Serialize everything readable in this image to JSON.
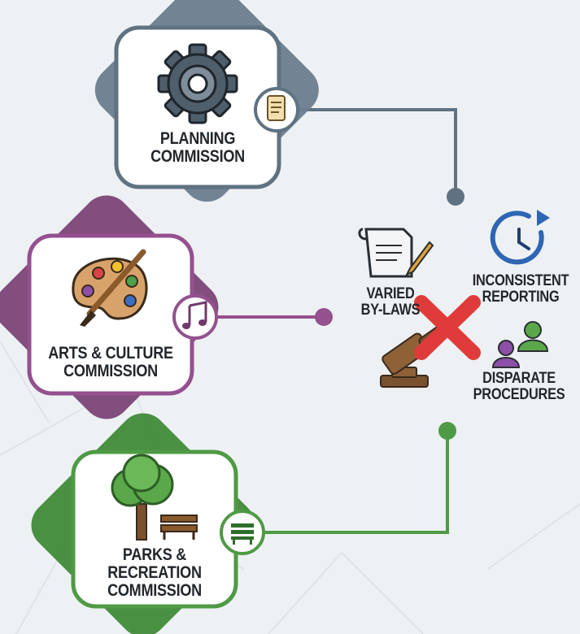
{
  "colors": {
    "background": "#eef1f4",
    "planning": "#5f7282",
    "arts": "#94508f",
    "parks": "#4f9a45",
    "problem_red": "#e03b3b",
    "clock_blue": "#2e66b3"
  },
  "commissions": [
    {
      "id": "planning",
      "name_lines": [
        "PLANNING",
        "COMMISSION"
      ],
      "main_icon": "gear-icon",
      "badge_icon": "scroll-document-icon"
    },
    {
      "id": "arts",
      "name_lines": [
        "ARTS & CULTURE",
        "COMMISSION"
      ],
      "main_icon": "paint-palette-icon",
      "badge_icon": "music-note-icon"
    },
    {
      "id": "parks",
      "name_lines": [
        "PARKS &",
        "RECREATION",
        "COMMISSION"
      ],
      "main_icon": "tree-and-bench-icon",
      "badge_icon": "park-bench-icon"
    }
  ],
  "issues": [
    {
      "id": "bylaws",
      "lines": [
        "VARIED",
        "BY-LAWS"
      ],
      "icon": "document-pen-icon"
    },
    {
      "id": "reporting",
      "lines": [
        "INCONSISTENT",
        "REPORTING"
      ],
      "icon": "clock-refresh-icon"
    },
    {
      "id": "procedures",
      "lines": [
        "DISPARATE",
        "PROCEDURES"
      ],
      "icon": "people-icon"
    }
  ],
  "problem_marker": {
    "icon": "red-x-icon",
    "secondary_icon": "gavel-icon"
  }
}
